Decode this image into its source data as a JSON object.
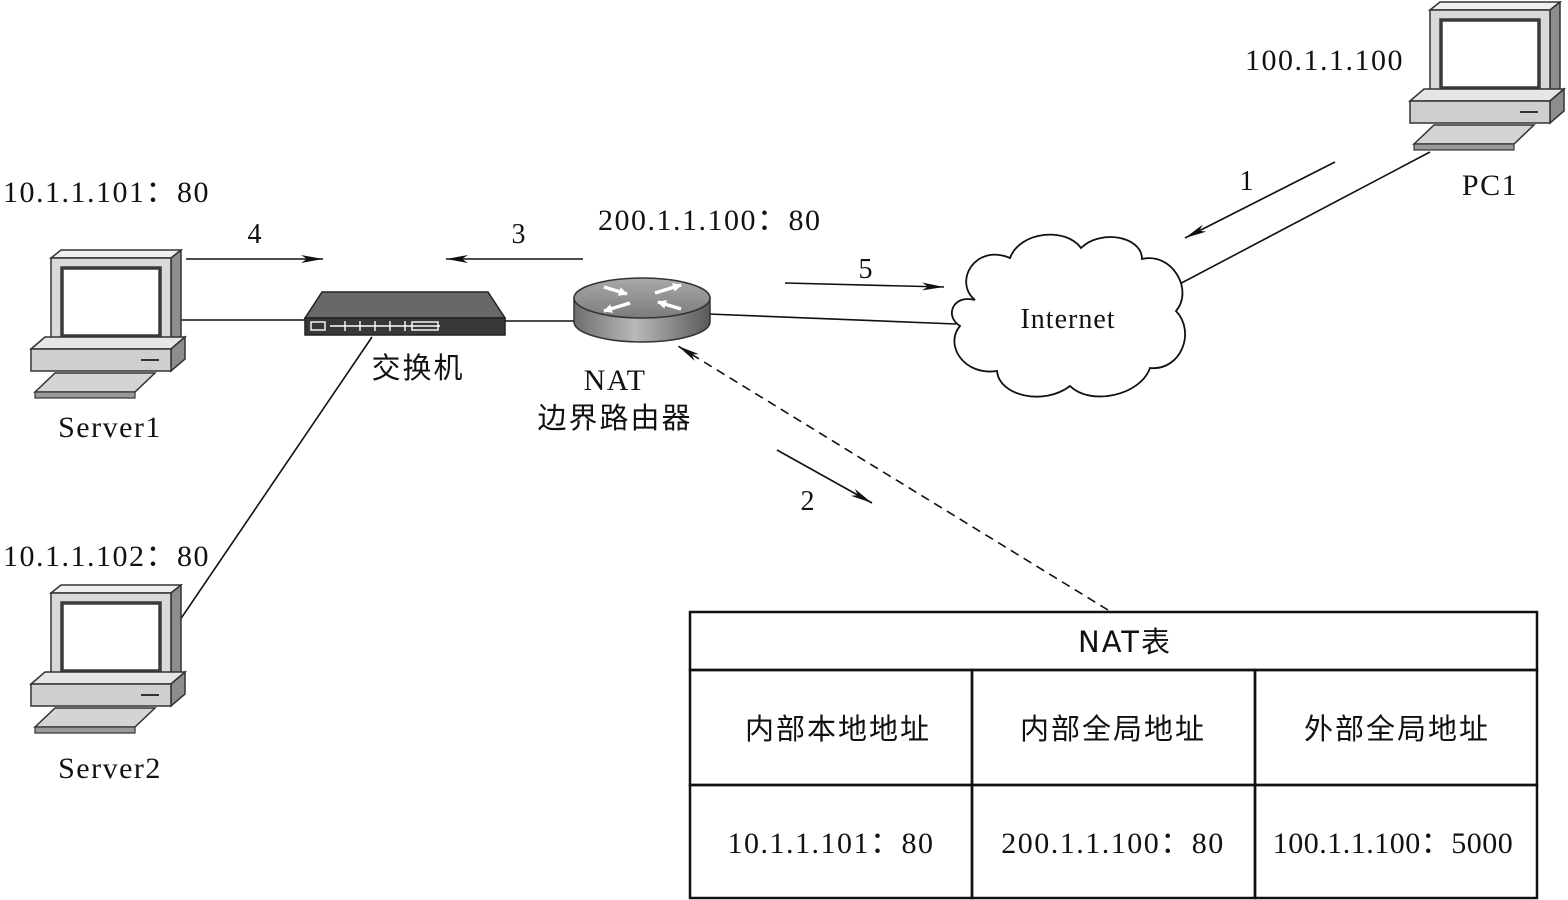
{
  "devices": {
    "pc1": {
      "label": "PC1",
      "ip": "100.1.1.100"
    },
    "server1": {
      "label": "Server1",
      "ip": "10.1.1.101：80"
    },
    "server2": {
      "label": "Server2",
      "ip": "10.1.1.102：80"
    },
    "switch": {
      "label": "交换机"
    },
    "router": {
      "label_line1": "NAT",
      "label_line2": "边界路由器",
      "ip": "200.1.1.100：80"
    },
    "cloud": {
      "label": "Internet"
    }
  },
  "steps": [
    "1",
    "2",
    "3",
    "4",
    "5"
  ],
  "nat_table": {
    "title": "NAT表",
    "headers": [
      "内部本地地址",
      "内部全局地址",
      "外部全局地址"
    ],
    "rows": [
      [
        "10.1.1.101：80",
        "200.1.1.100：80",
        "100.1.1.100：5000"
      ]
    ]
  }
}
